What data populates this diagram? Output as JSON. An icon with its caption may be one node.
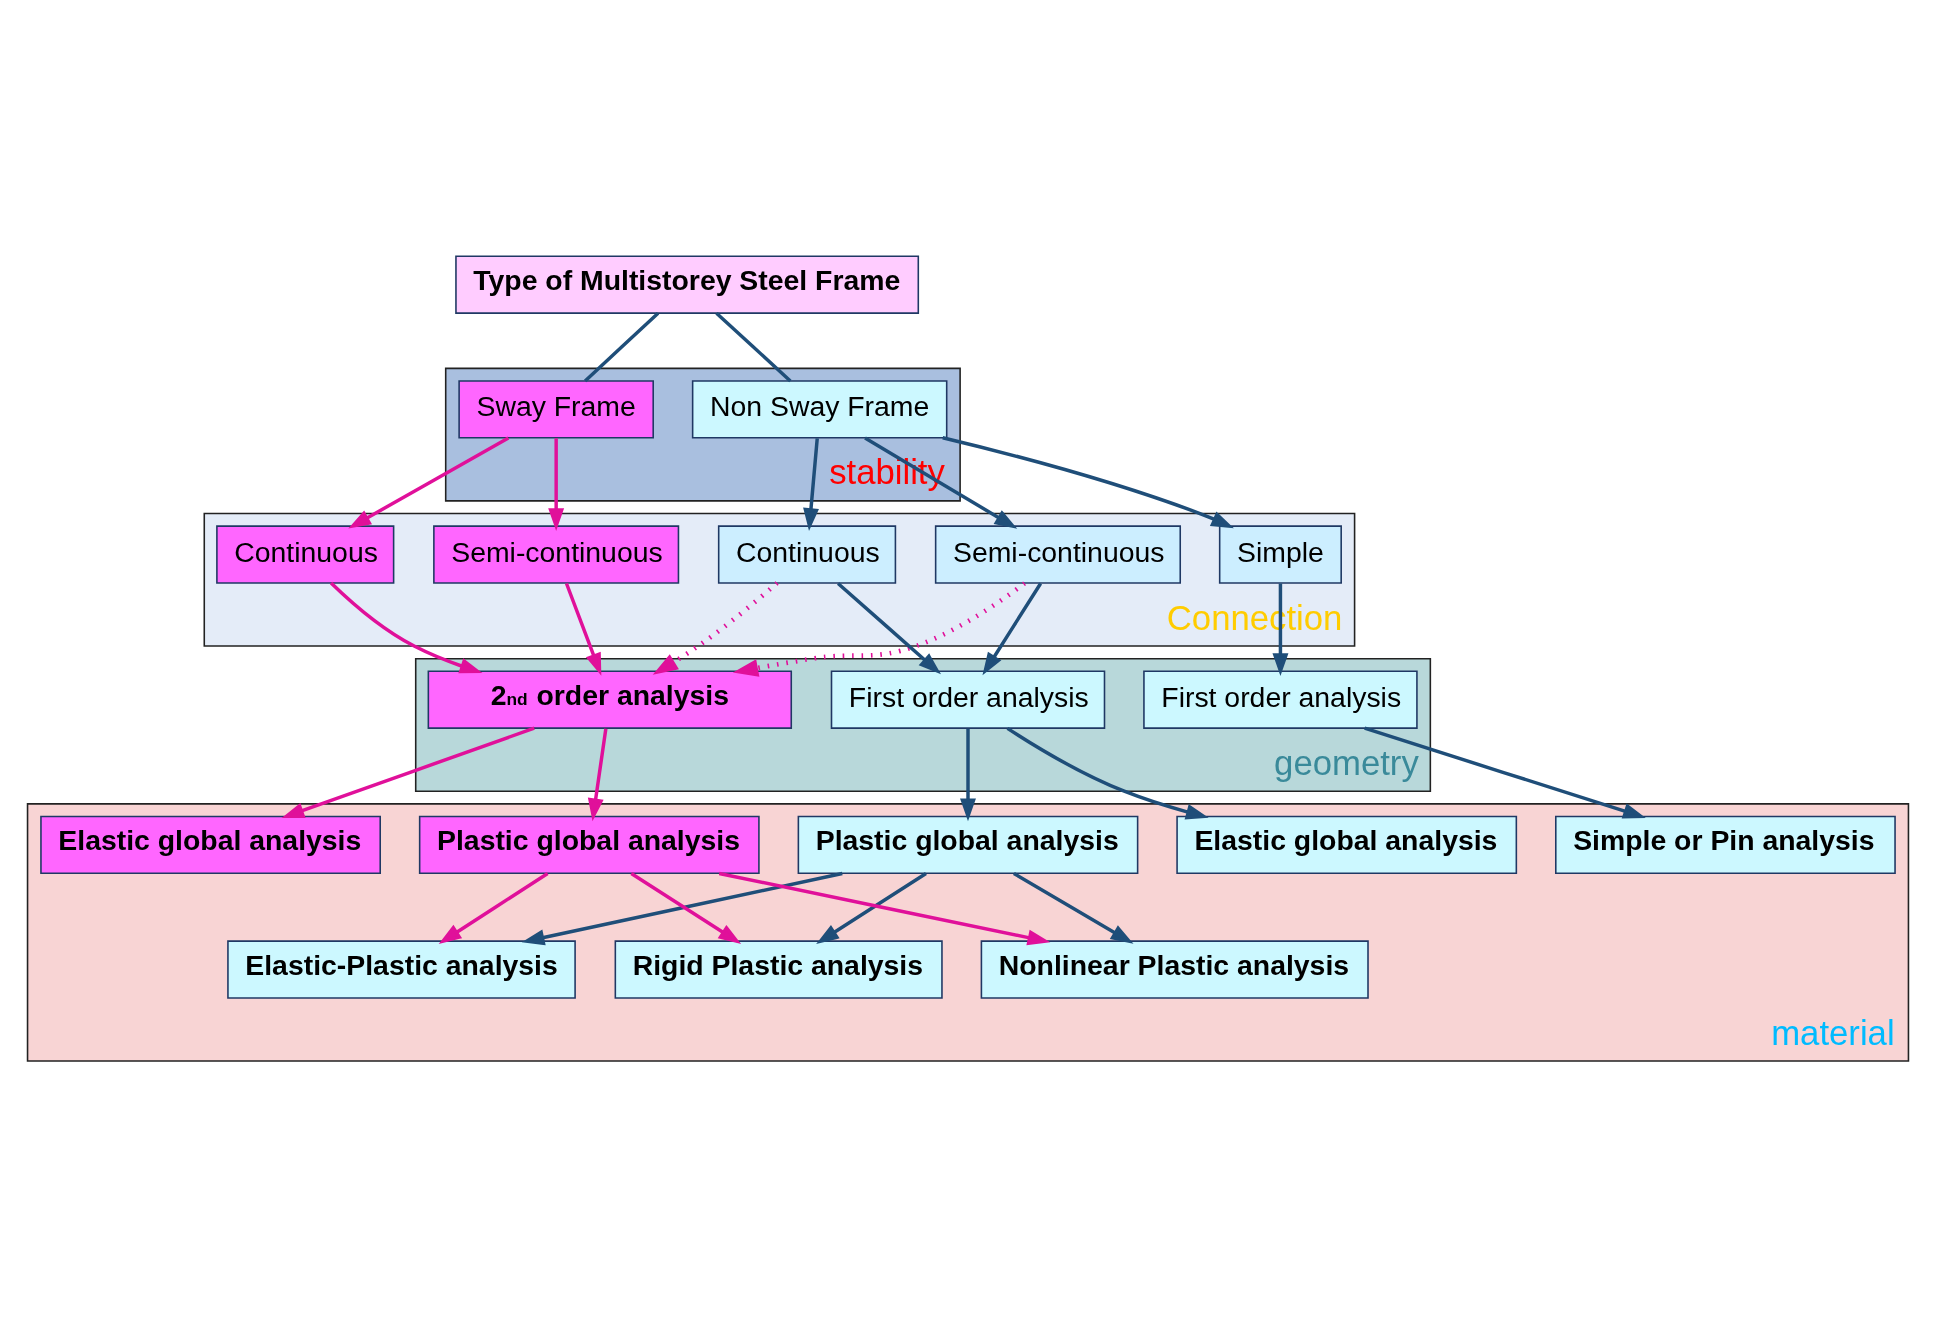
{
  "diagram": {
    "nodes": [
      {
        "text": [
          "Type of Multistorey Steel Frame"
        ]
      },
      {
        "text": [
          "stability"
        ]
      },
      {
        "text": [
          "Non Sway Frame"
        ],
        "in": 1
      },
      {
        "text": [
          "Sway Frame"
        ],
        "in": 1
      },
      {
        "text": [
          "Connection"
        ]
      },
      {
        "text": [
          "Simple"
        ],
        "in": 4
      },
      {
        "text": [
          "Semi-continuous"
        ],
        "in": 4
      },
      {
        "text": [
          "Continuous"
        ],
        "in": 4
      },
      {
        "text": [
          "Semi-continuous"
        ],
        "in": 4
      },
      {
        "text": [
          "Continuous"
        ],
        "in": 4
      },
      {
        "text": [
          "geometry"
        ]
      },
      {
        "text": [
          "First order analysis"
        ],
        "in": 10
      },
      {
        "text": [
          "First order analysis"
        ],
        "in": 10
      },
      {
        "text": [
          "2$^{nd}$ order analysis"
        ],
        "in": 10
      },
      {
        "text": [
          "material"
        ]
      },
      {
        "text": [
          "Simple or Pin analysis"
        ],
        "in": 14
      },
      {
        "text": [
          "Elastic global analysis"
        ],
        "in": 14
      },
      {
        "text": [
          "Plastic global analysis"
        ],
        "in": 14
      },
      {
        "text": [
          "Plastic global analysis"
        ],
        "in": 14
      },
      {
        "text": [
          "Elastic global analysis"
        ],
        "in": 14
      },
      {
        "text": [
          "Elastic-Plastic analysis"
        ],
        "in": 14
      },
      {
        "text": [
          "Rigid Plastic analysis"
        ],
        "in": 14
      },
      {
        "text": [
          "Nonlinear Plastic analysis"
        ],
        "in": 14
      }
    ],
    "edges": [
      {
        "from": 0,
        "to": 2,
        "arrow": "none"
      },
      {
        "from": 0,
        "to": 3,
        "arrow": "none"
      },
      {
        "from": 2,
        "to": 5,
        "arrow": "to"
      },
      {
        "from": 2,
        "to": 6,
        "arrow": "to"
      },
      {
        "from": 2,
        "to": 7,
        "arrow": "to"
      },
      {
        "from": 3,
        "to": 8,
        "arrow": "to",
        "color": "#e0109a"
      },
      {
        "from": 3,
        "to": 9,
        "arrow": "to",
        "color": "#e0109a"
      },
      {
        "from": 5,
        "to": 11,
        "arrow": "to"
      },
      {
        "from": 6,
        "to": 12,
        "arrow": "to"
      },
      {
        "from": 7,
        "to": 12,
        "arrow": "to"
      },
      {
        "from": 6,
        "to": 13,
        "arrow": "to",
        "style": "dashed",
        "color": "#e0109a"
      },
      {
        "from": 7,
        "to": 13,
        "arrow": "to",
        "style": "dashed",
        "color": "#e0109a"
      },
      {
        "from": 8,
        "to": 13,
        "arrow": "to",
        "color": "#e0109a"
      },
      {
        "from": 9,
        "to": 13,
        "arrow": "to",
        "color": "#e0109a"
      },
      {
        "from": 11,
        "to": 15,
        "arrow": "to"
      },
      {
        "from": 12,
        "to": 16,
        "arrow": "to"
      },
      {
        "from": 12,
        "to": 17,
        "arrow": "to"
      },
      {
        "from": 13,
        "to": 18,
        "arrow": "to",
        "color": "#e0109a"
      },
      {
        "from": 13,
        "to": 19,
        "arrow": "to",
        "color": "#e0109a"
      },
      {
        "from": 17,
        "to": 20,
        "arrow": "to"
      },
      {
        "from": 17,
        "to": 21,
        "arrow": "to"
      },
      {
        "from": 17,
        "to": 22,
        "arrow": "to"
      },
      {
        "from": 18,
        "to": 20,
        "arrow": "to",
        "color": "#e0109a"
      },
      {
        "from": 18,
        "to": 21,
        "arrow": "to",
        "color": "#e0109a"
      },
      {
        "from": 18,
        "to": 22,
        "arrow": "to",
        "color": "#e0109a"
      }
    ]
  }
}
